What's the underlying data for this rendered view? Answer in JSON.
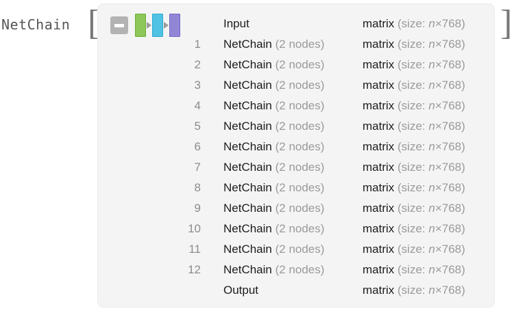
{
  "head": {
    "label": "NetChain",
    "bracket_open": "[",
    "bracket_close": "]"
  },
  "icons": {
    "collapse": "minus-button",
    "blocks": [
      "green-layer",
      "blue-layer",
      "purple-layer"
    ],
    "block_colors": [
      "#8dc75a",
      "#50c2e4",
      "#9186d6"
    ],
    "arrow": "arrow-right"
  },
  "columns": {
    "index": "",
    "name": "",
    "type": ""
  },
  "type_common": {
    "head": "matrix",
    "size_prefix": "(size: ",
    "size_var": "n",
    "size_sep": "×",
    "size_dim": "768)"
  },
  "rows": [
    {
      "index": "",
      "name": "Input",
      "nodes": ""
    },
    {
      "index": "1",
      "name": "NetChain",
      "nodes": "(2 nodes)"
    },
    {
      "index": "2",
      "name": "NetChain",
      "nodes": "(2 nodes)"
    },
    {
      "index": "3",
      "name": "NetChain",
      "nodes": "(2 nodes)"
    },
    {
      "index": "4",
      "name": "NetChain",
      "nodes": "(2 nodes)"
    },
    {
      "index": "5",
      "name": "NetChain",
      "nodes": "(2 nodes)"
    },
    {
      "index": "6",
      "name": "NetChain",
      "nodes": "(2 nodes)"
    },
    {
      "index": "7",
      "name": "NetChain",
      "nodes": "(2 nodes)"
    },
    {
      "index": "8",
      "name": "NetChain",
      "nodes": "(2 nodes)"
    },
    {
      "index": "9",
      "name": "NetChain",
      "nodes": "(2 nodes)"
    },
    {
      "index": "10",
      "name": "NetChain",
      "nodes": "(2 nodes)"
    },
    {
      "index": "11",
      "name": "NetChain",
      "nodes": "(2 nodes)"
    },
    {
      "index": "12",
      "name": "NetChain",
      "nodes": "(2 nodes)"
    },
    {
      "index": "",
      "name": "Output",
      "nodes": ""
    }
  ],
  "colors": {
    "panel_bg": "#f4f4f4",
    "panel_border": "#ebebeb",
    "text_primary": "#1c1c1c",
    "text_muted": "#9a9a9a",
    "head_text": "#555555"
  }
}
